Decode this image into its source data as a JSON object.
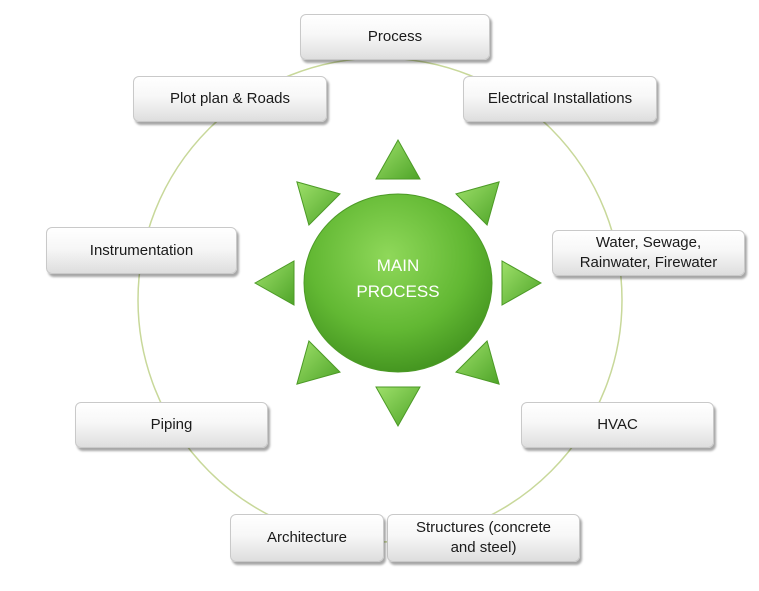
{
  "center": {
    "label": "MAIN\nPROCESS"
  },
  "nodes": [
    {
      "id": "process",
      "label": "Process"
    },
    {
      "id": "electrical",
      "label": "Electrical  Installations"
    },
    {
      "id": "water",
      "label": "Water, Sewage,\nRainwater, Firewater"
    },
    {
      "id": "hvac",
      "label": "HVAC"
    },
    {
      "id": "structures",
      "label": "Structures (concrete\nand steel)"
    },
    {
      "id": "architecture",
      "label": "Architecture"
    },
    {
      "id": "piping",
      "label": "Piping"
    },
    {
      "id": "instrumentation",
      "label": "Instrumentation"
    },
    {
      "id": "plot-plan",
      "label": "Plot plan & Roads"
    }
  ],
  "colors": {
    "ring": "#c8d89a",
    "sun": "#6abf3a",
    "arrows": "#7ac943"
  }
}
